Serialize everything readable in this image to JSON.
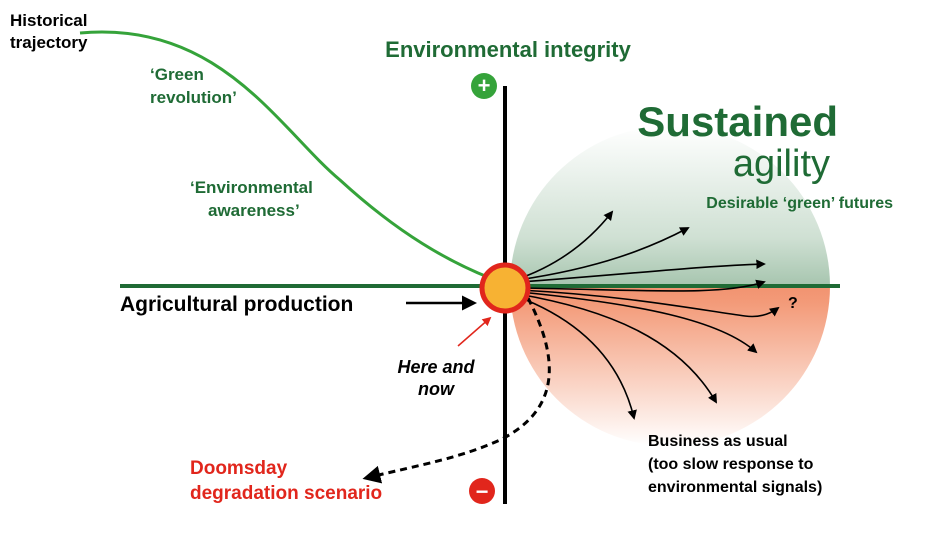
{
  "title": "Environmental integrity",
  "x_axis_label": "Agricultural production",
  "plus_symbol": "+",
  "minus_symbol": "−",
  "historical": {
    "line1": "Historical",
    "line2": "trajectory"
  },
  "green_revolution": {
    "line1": "‘Green",
    "line2": "revolution’"
  },
  "environmental_awareness": {
    "line1": "‘Environmental",
    "line2": "awareness’"
  },
  "here_now": {
    "line1": "Here and",
    "line2": "now"
  },
  "sustained": {
    "line1": "Sustained",
    "line2": "agility"
  },
  "desirable": "Desirable ‘green’ futures",
  "question_mark": "?",
  "business": {
    "line1": "Business as usual",
    "line2": "(too slow response to",
    "line3": "environmental signals)"
  },
  "doomsday": {
    "line1": "Doomsday",
    "line2": "degradation scenario"
  },
  "colors": {
    "green_dark": "#1f6b35",
    "green_curve": "#35a33a",
    "red": "#e1261c",
    "orange_circle": "#f7b233",
    "black": "#000000"
  }
}
